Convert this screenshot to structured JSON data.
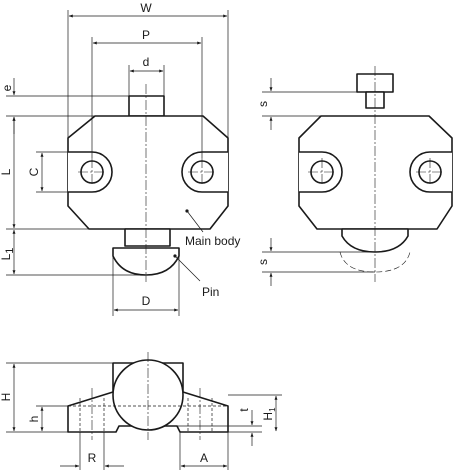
{
  "front_view": {
    "dimensions": {
      "W": "W",
      "P": "P",
      "d": "d",
      "e": "e",
      "L": "L",
      "C": "C",
      "L1": "L",
      "L1_sub": "1",
      "D": "D"
    },
    "callouts": {
      "main_body": "Main body",
      "pin": "Pin"
    }
  },
  "side_view": {
    "dimensions": {
      "s_top": "s",
      "s_bottom": "s"
    }
  },
  "bottom_view": {
    "dimensions": {
      "H": "H",
      "h": "h",
      "R": "R",
      "A": "A",
      "t": "t",
      "H1": "H",
      "H1_sub": "1"
    }
  }
}
